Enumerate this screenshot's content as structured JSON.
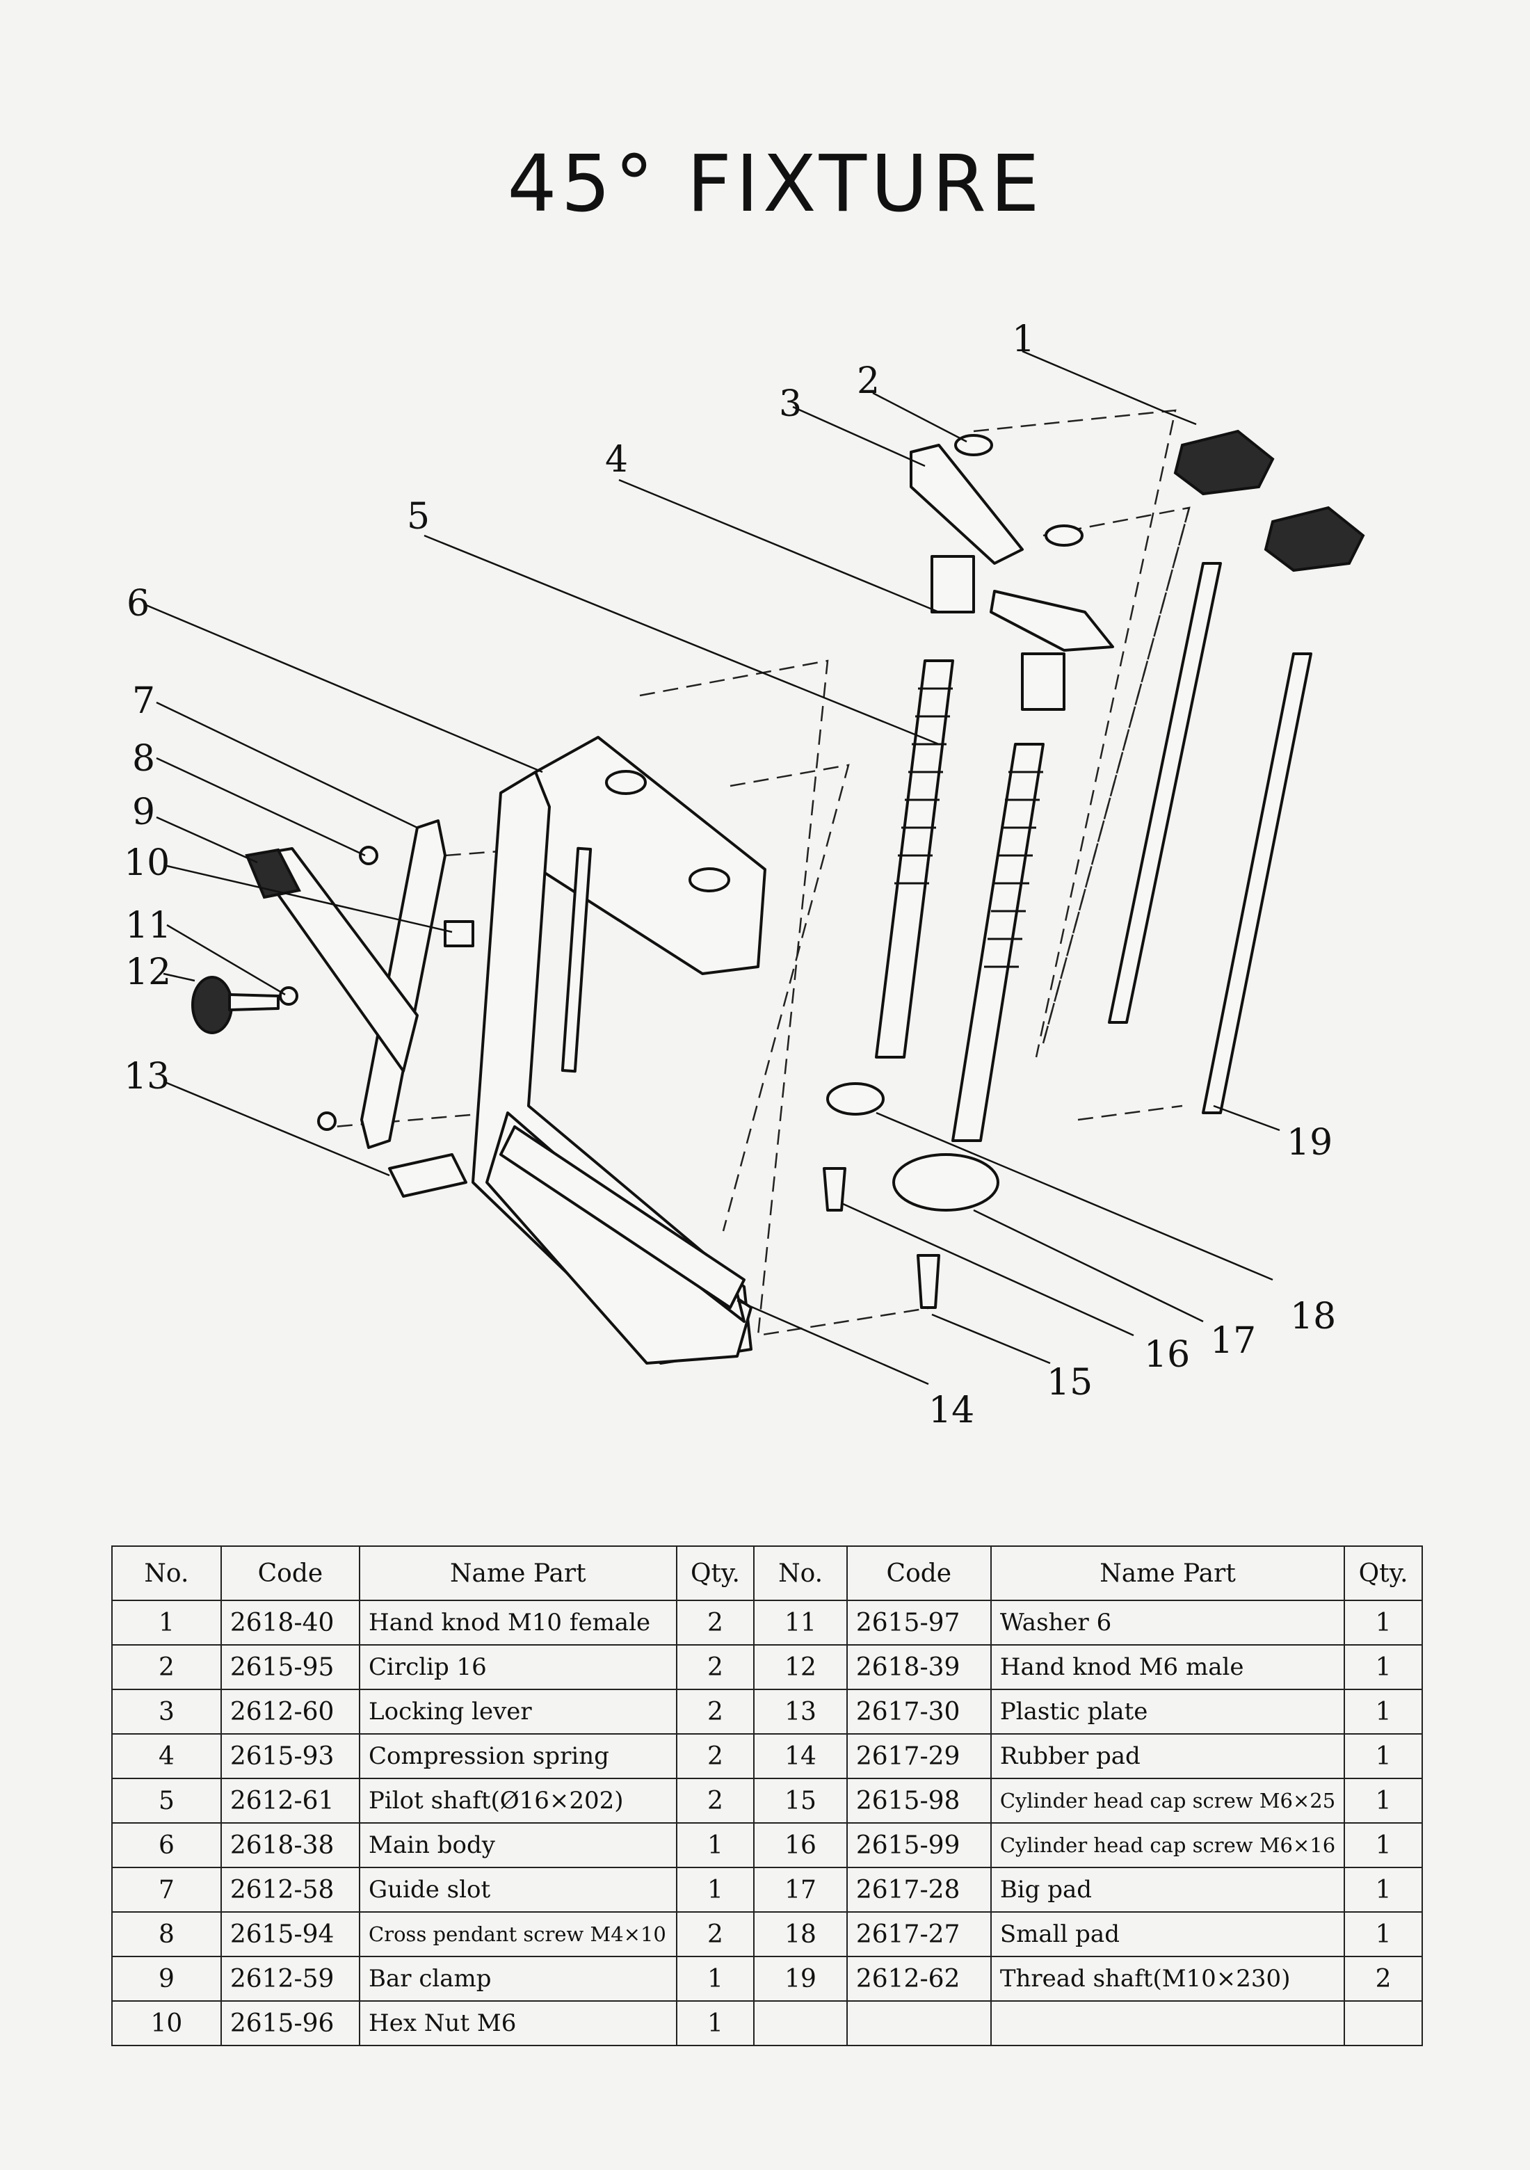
{
  "title": "45° FIXTURE",
  "callouts": [
    "1",
    "2",
    "3",
    "4",
    "5",
    "6",
    "7",
    "8",
    "9",
    "10",
    "11",
    "12",
    "13",
    "14",
    "15",
    "16",
    "17",
    "18",
    "19"
  ],
  "table": {
    "headers": [
      "No.",
      "Code",
      "Name Part",
      "Qty.",
      "No.",
      "Code",
      "Name Part",
      "Qty."
    ],
    "rows": [
      {
        "l_no": "1",
        "l_code": "2618-40",
        "l_name": "Hand knod M10 female",
        "l_qty": "2",
        "r_no": "11",
        "r_code": "2615-97",
        "r_name": "Washer 6",
        "r_qty": "1"
      },
      {
        "l_no": "2",
        "l_code": "2615-95",
        "l_name": "Circlip 16",
        "l_qty": "2",
        "r_no": "12",
        "r_code": "2618-39",
        "r_name": "Hand knod M6 male",
        "r_qty": "1"
      },
      {
        "l_no": "3",
        "l_code": "2612-60",
        "l_name": "Locking lever",
        "l_qty": "2",
        "r_no": "13",
        "r_code": "2617-30",
        "r_name": "Plastic plate",
        "r_qty": "1"
      },
      {
        "l_no": "4",
        "l_code": "2615-93",
        "l_name": "Compression spring",
        "l_qty": "2",
        "r_no": "14",
        "r_code": "2617-29",
        "r_name": "Rubber pad",
        "r_qty": "1"
      },
      {
        "l_no": "5",
        "l_code": "2612-61",
        "l_name": "Pilot shaft(Ø16×202)",
        "l_qty": "2",
        "r_no": "15",
        "r_code": "2615-98",
        "r_name": "Cylinder head cap screw M6×25",
        "r_qty": "1"
      },
      {
        "l_no": "6",
        "l_code": "2618-38",
        "l_name": "Main body",
        "l_qty": "1",
        "r_no": "16",
        "r_code": "2615-99",
        "r_name": "Cylinder head cap screw M6×16",
        "r_qty": "1"
      },
      {
        "l_no": "7",
        "l_code": "2612-58",
        "l_name": "Guide slot",
        "l_qty": "1",
        "r_no": "17",
        "r_code": "2617-28",
        "r_name": "Big pad",
        "r_qty": "1"
      },
      {
        "l_no": "8",
        "l_code": "2615-94",
        "l_name": "Cross pendant screw M4×10",
        "l_qty": "2",
        "r_no": "18",
        "r_code": "2617-27",
        "r_name": "Small pad",
        "r_qty": "1"
      },
      {
        "l_no": "9",
        "l_code": "2612-59",
        "l_name": "Bar clamp",
        "l_qty": "1",
        "r_no": "19",
        "r_code": "2612-62",
        "r_name": "Thread shaft(M10×230)",
        "r_qty": "2"
      },
      {
        "l_no": "10",
        "l_code": "2615-96",
        "l_name": "Hex Nut M6",
        "l_qty": "1",
        "r_no": "",
        "r_code": "",
        "r_name": "",
        "r_qty": ""
      }
    ]
  }
}
